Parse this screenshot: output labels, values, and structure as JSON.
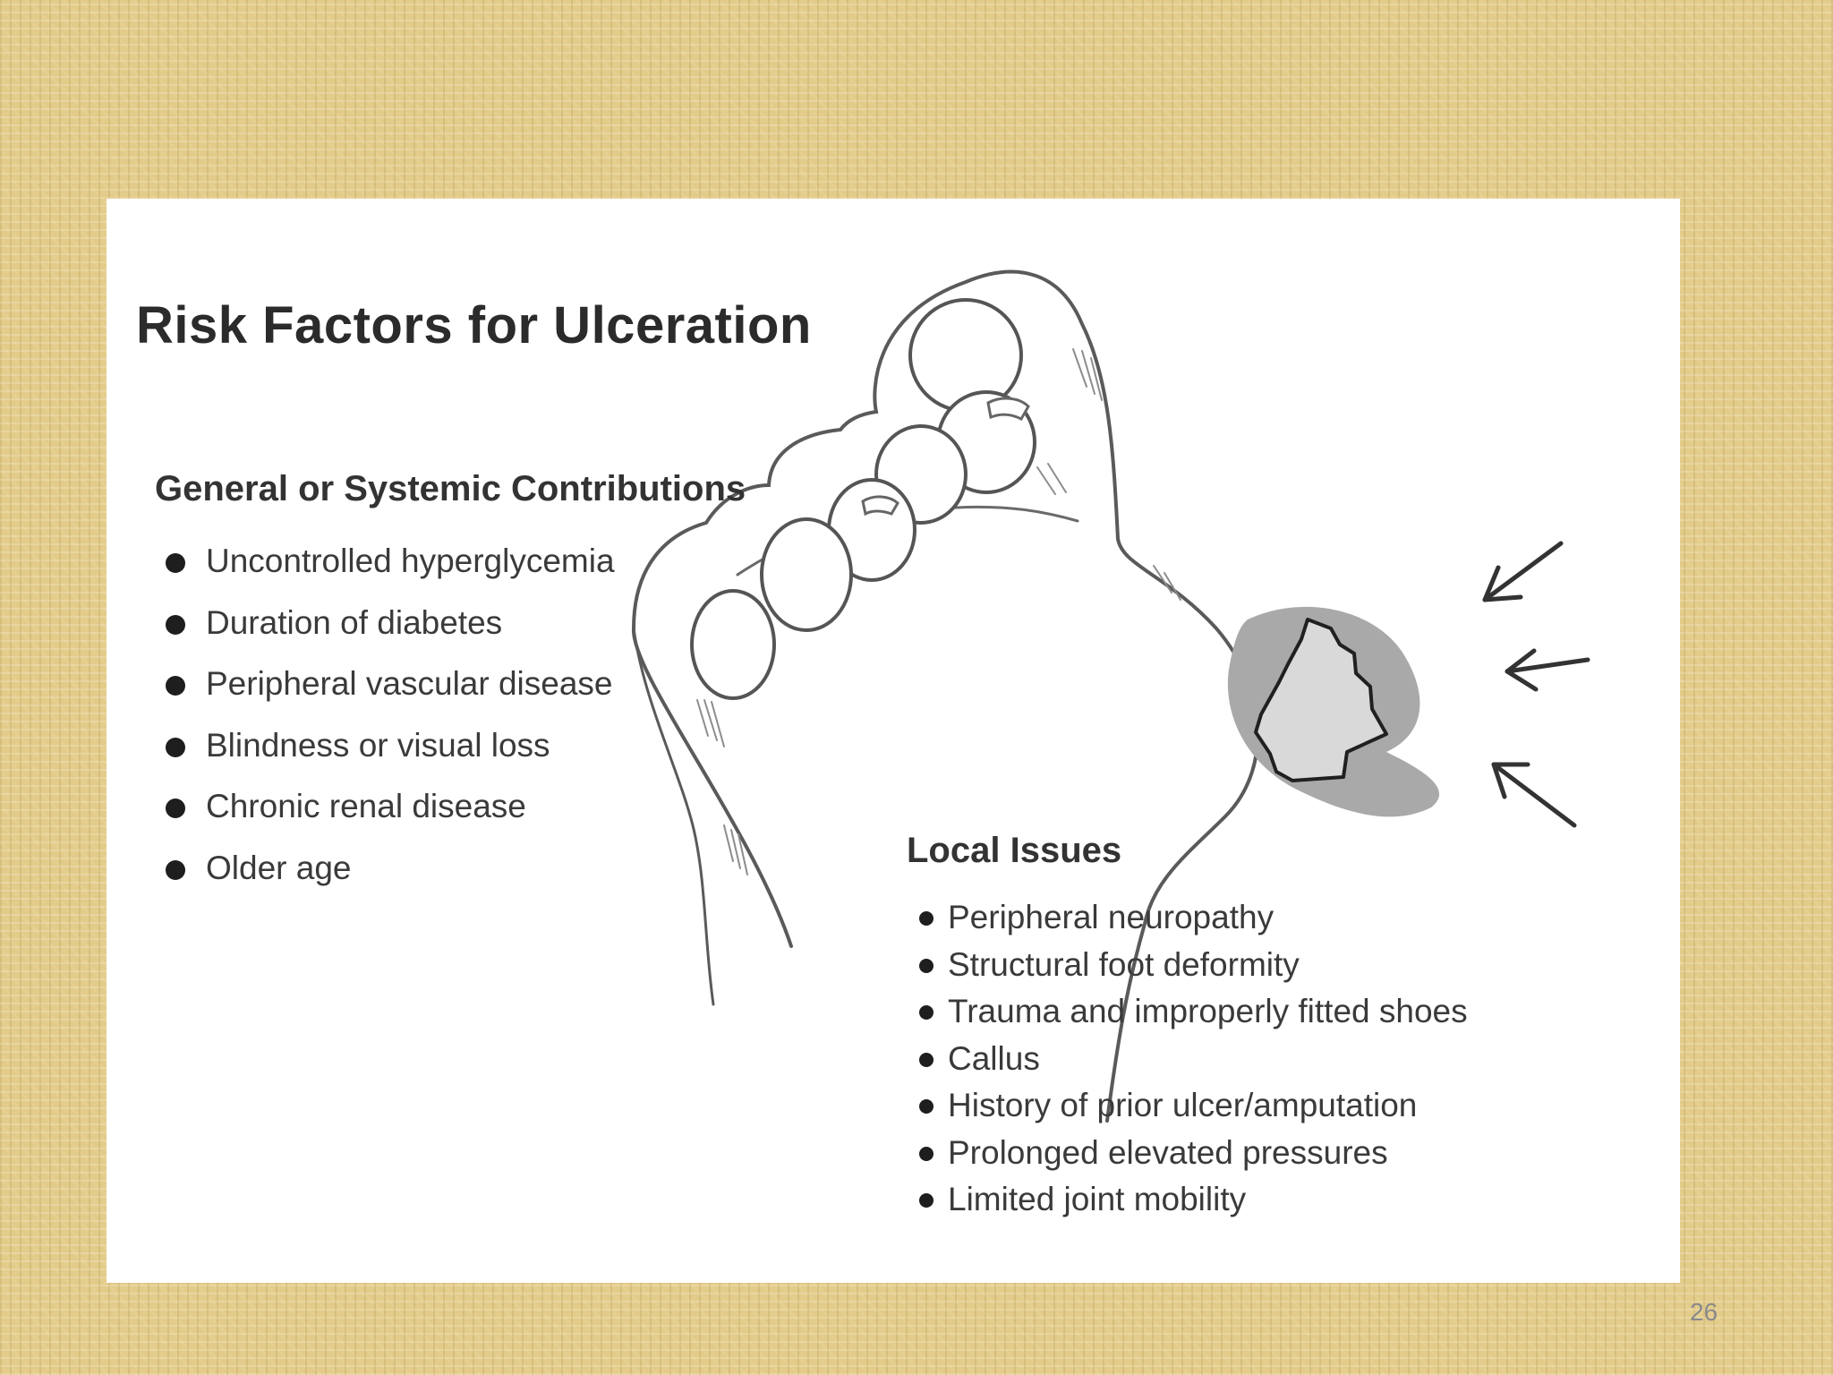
{
  "slide": {
    "title": "Risk Factors for Ulceration",
    "page_number": "26"
  },
  "general": {
    "heading": "General or Systemic Contributions",
    "items": [
      "Uncontrolled hyperglycemia",
      "Duration of diabetes",
      "Peripheral vascular disease",
      "Blindness or visual loss",
      "Chronic renal disease",
      "Older age"
    ]
  },
  "local": {
    "heading": "Local Issues",
    "items": [
      "Peripheral neuropathy",
      "Structural foot deformity",
      "Trauma and improperly fitted shoes",
      "Callus",
      "History of prior ulcer/amputation",
      "Prolonged elevated pressures",
      "Limited joint mobility"
    ]
  },
  "colors": {
    "background": "#e3cc8a",
    "panel": "#ffffff",
    "ulcer_outer": "#a9a9a9",
    "ulcer_inner": "#d9d9d9",
    "outline": "#555555"
  }
}
